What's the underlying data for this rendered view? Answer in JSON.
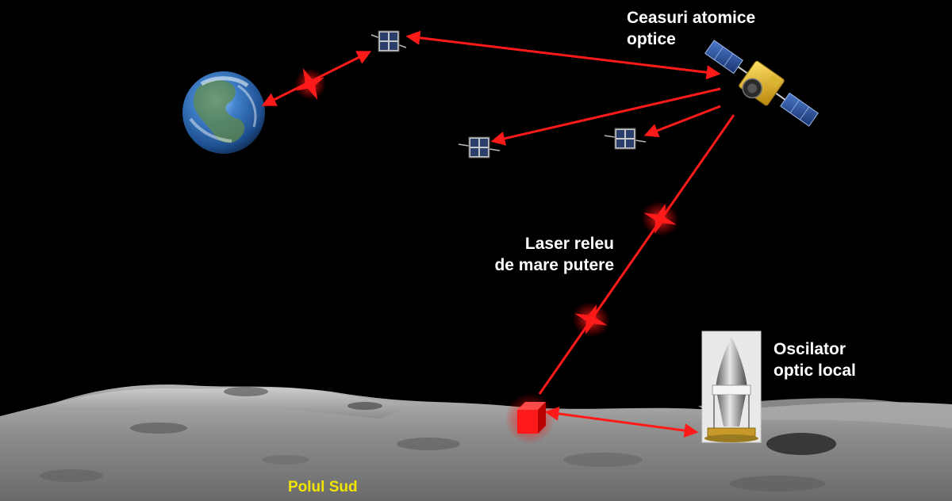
{
  "labels": {
    "clocks": {
      "line1": "Ceasuri atomice",
      "line2": "optice"
    },
    "laser": {
      "line1": "Laser releu",
      "line2": "de mare putere"
    },
    "oscillator": {
      "line1": "Oscilator",
      "line2": "optic local"
    },
    "south_pole": "Polul Sud"
  },
  "colors": {
    "laser": "#ff1a1a",
    "background": "#000000",
    "label_text": "#ffffff",
    "south_pole_text": "#f2e600",
    "lunar_surface": "#8e8e8e"
  },
  "icons": [
    "earth-icon",
    "cubesat-icon",
    "satellite-icon",
    "relay-cube-icon",
    "oscillator-icon"
  ]
}
